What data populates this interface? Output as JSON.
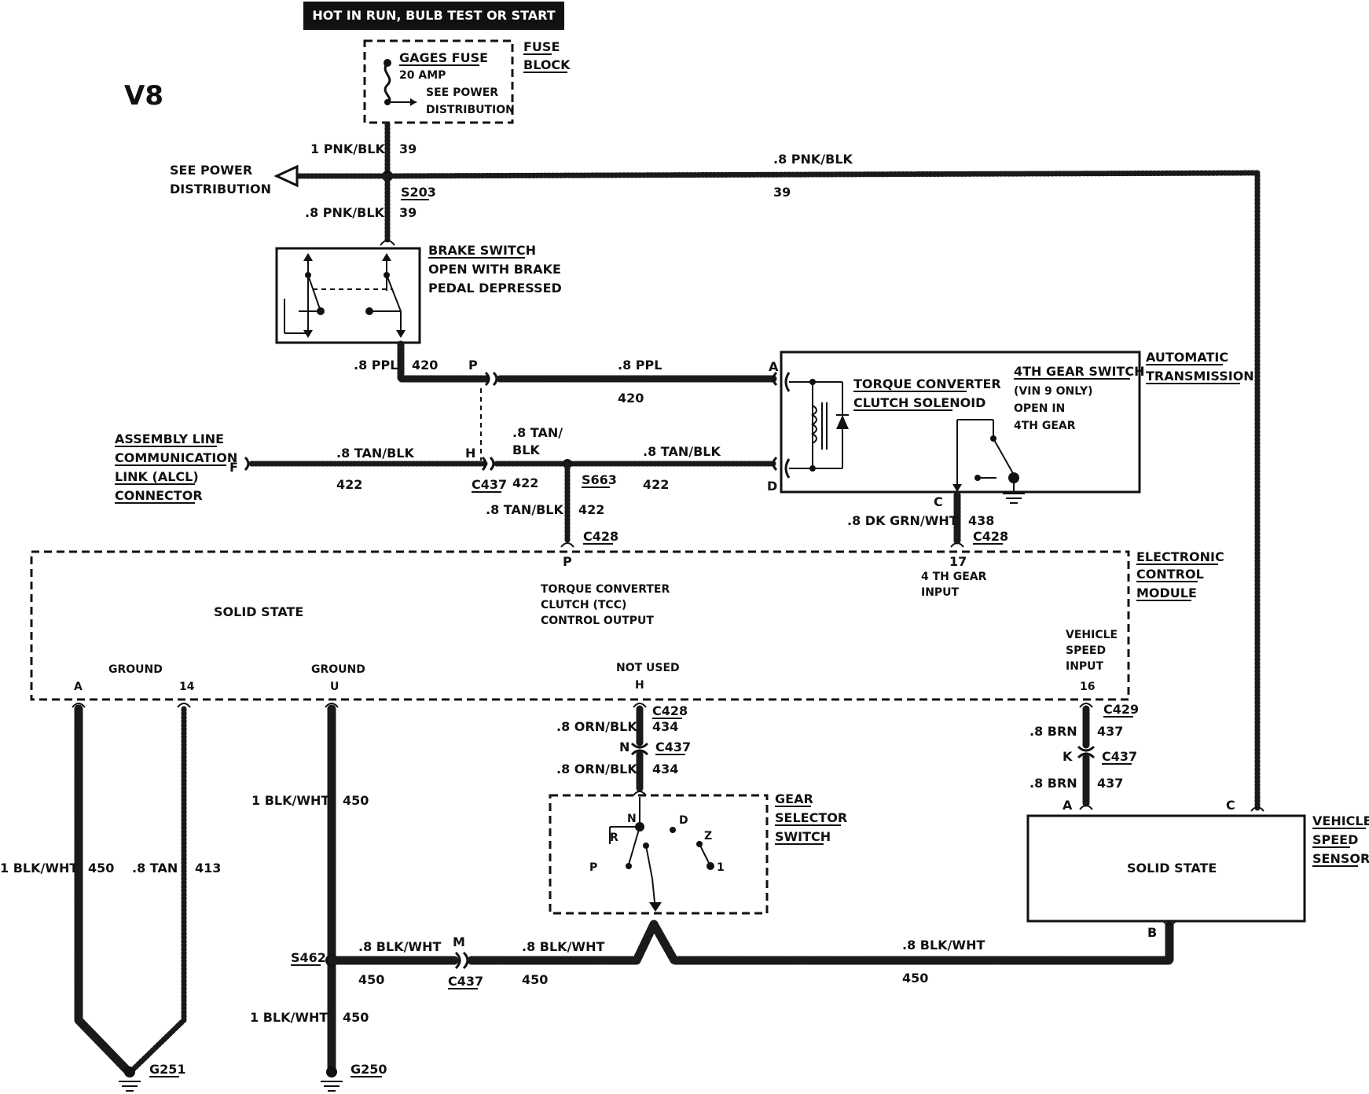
{
  "header": "HOT IN RUN, BULB TEST OR START",
  "engine_label": "V8",
  "fuse_block": {
    "title": [
      "FUSE",
      "BLOCK"
    ],
    "fuse_name": "GAGES FUSE",
    "fuse_amp": "20 AMP",
    "see_power": [
      "SEE POWER",
      "DISTRIBUTION"
    ]
  },
  "left_power": [
    "SEE POWER",
    "DISTRIBUTION"
  ],
  "splice_s203": "S203",
  "wire_pnk_1": "1 PNK/BLK",
  "wire_pnk_8": ".8 PNK/BLK",
  "circuit_39": "39",
  "brake_switch": {
    "title": "BRAKE SWITCH",
    "desc": [
      "OPEN WITH BRAKE",
      "PEDAL DEPRESSED"
    ]
  },
  "wire_ppl": ".8 PPL",
  "circuit_420": "420",
  "pin_p": "P",
  "pin_a": "A",
  "pin_d": "D",
  "pin_h": "H",
  "pin_f": "F",
  "pin_c": "C",
  "pin_17": "17",
  "automatic_transmission": [
    "AUTOMATIC",
    "TRANSMISSION"
  ],
  "tcc_solenoid": [
    "TORQUE CONVERTER",
    "CLUTCH SOLENOID"
  ],
  "gear4_switch": {
    "title": "4TH GEAR SWITCH",
    "desc": [
      "(VIN 9 ONLY)",
      "OPEN IN",
      "4TH GEAR"
    ]
  },
  "alcl": [
    "ASSEMBLY LINE",
    "COMMUNICATION",
    "LINK (ALCL)",
    "CONNECTOR"
  ],
  "wire_tan_blk": ".8 TAN/BLK",
  "wire_tan_blk_split": [
    ".8 TAN/",
    "BLK"
  ],
  "circuit_422": "422",
  "connector_c437": "C437",
  "splice_s663": "S663",
  "connector_c428": "C428",
  "connector_c429": "C429",
  "wire_dkgrn": ".8 DK GRN/WHT",
  "circuit_438": "438",
  "ecm": {
    "title": [
      "ELECTRONIC",
      "CONTROL",
      "MODULE"
    ],
    "solid_state": "SOLID STATE",
    "tcc_output": [
      "TORQUE CONVERTER",
      "CLUTCH (TCC)",
      "CONTROL OUTPUT"
    ],
    "gear4_input": [
      "4 TH GEAR",
      "INPUT"
    ],
    "vss_input": [
      "VEHICLE",
      "SPEED",
      "INPUT"
    ],
    "ground": "GROUND",
    "not_used": "NOT USED",
    "pins": {
      "a": "A",
      "p14": "14",
      "u": "U",
      "h": "H",
      "p16": "16"
    }
  },
  "wire_orn_blk": ".8 ORN/BLK",
  "circuit_434": "434",
  "pin_n": "N",
  "pin_k": "K",
  "pin_m": "M",
  "pin_b": "B",
  "wire_brn": ".8 BRN",
  "circuit_437": "437",
  "gear_selector": {
    "title": [
      "GEAR",
      "SELECTOR",
      "SWITCH"
    ],
    "positions": {
      "n": "N",
      "d": "D",
      "r": "R",
      "z": "Z",
      "p": "P",
      "one": "1"
    }
  },
  "vss": {
    "title": [
      "VEHICLE",
      "SPEED",
      "SENSOR"
    ],
    "solid_state": "SOLID STATE"
  },
  "wire_blk_wht_1": "1 BLK/WHT",
  "wire_blk_wht_8": ".8 BLK/WHT",
  "wire_tan_8": ".8 TAN",
  "circuit_450": "450",
  "circuit_413": "413",
  "splice_s462": "S462",
  "ground_g251": "G251",
  "ground_g250": "G250"
}
